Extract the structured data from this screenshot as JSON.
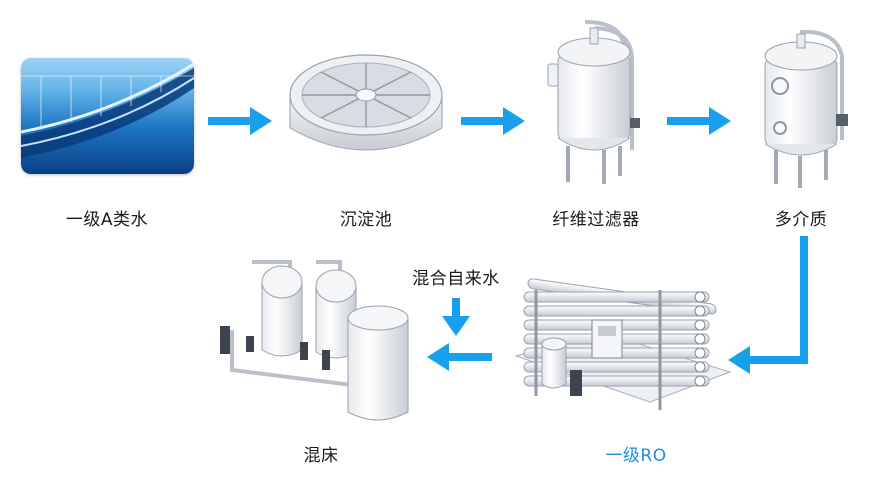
{
  "diagram": {
    "stages": [
      {
        "id": "primary-a-water",
        "label": "一级A类水",
        "color": "#1a1a1a"
      },
      {
        "id": "sedimentation-tank",
        "label": "沉淀池",
        "color": "#1a1a1a"
      },
      {
        "id": "fiber-filter",
        "label": "纤维过滤器",
        "color": "#1a1a1a"
      },
      {
        "id": "multimedia-filter",
        "label": "多介质",
        "color": "#1a1a1a"
      },
      {
        "id": "primary-ro",
        "label": "一级RO",
        "color": "#1e8fe0"
      },
      {
        "id": "mixed-bed",
        "label": "混床",
        "color": "#1a1a1a"
      }
    ],
    "input_note": "混合自来水",
    "arrow_color": "#19a0ec"
  }
}
